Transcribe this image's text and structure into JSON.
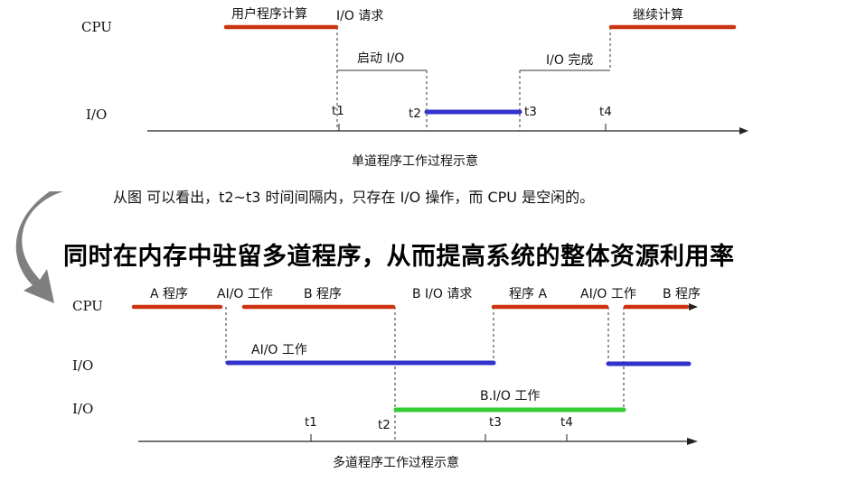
{
  "top": {
    "cpu": "CPU",
    "io": "I/O",
    "user_prog": "用户程序计算",
    "io_request": "I/O 请求",
    "start_io": "启动 I/O",
    "io_done": "I/O 完成",
    "continue": "继续计算",
    "t1": "t1",
    "t2": "t2",
    "t3": "t3",
    "t4": "t4",
    "caption": "单道程序工作过程示意"
  },
  "note": "从图 可以看出，t2~t3 时间间隔内，只存在 I/O 操作，而 CPU 是空闲的。",
  "headline": "同时在内存中驻留多道程序，从而提高系统的整体资源利用率",
  "bottom": {
    "cpu": "CPU",
    "io1": "I/O",
    "io2": "I/O",
    "a_prog": "A 程序",
    "ai_work": "AI/O 工作",
    "b_prog": "B 程序",
    "b_req": "B I/O 请求",
    "prog_a": "程序 A",
    "ai_work2": "AI/O 工作",
    "b_prog2": "B 程序",
    "ai_work_lane": "AI/O 工作",
    "bi_work_lane": "B.I/O 工作",
    "t1": "t1",
    "t2": "t2",
    "t3": "t3",
    "t4": "t4",
    "caption": "多道程序工作过程示意"
  },
  "colors": {
    "cpu_bar": "#cc3311",
    "io_bar": "#3333cc",
    "io2_bar": "#33cc33",
    "arrow": "#7f7f7f"
  }
}
